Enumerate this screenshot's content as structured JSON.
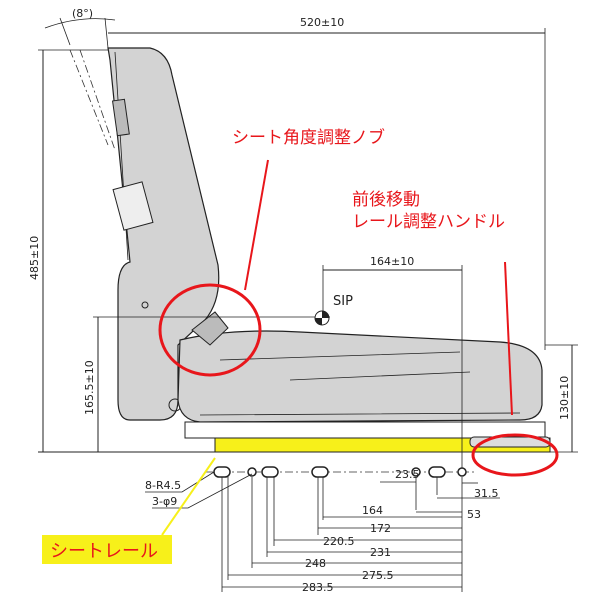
{
  "dimensions": {
    "tilt_angle": "(8°)",
    "overall_depth": "520±10",
    "overall_height": "485±10",
    "sip_height": "165.5±10",
    "sip_offset": "164±10",
    "sip_label": "SIP",
    "front_height": "130±10"
  },
  "holes": {
    "slot_spec": "8-R4.5",
    "hole_spec": "3-φ9",
    "offsets": [
      "23.5",
      "31.5",
      "53",
      "164",
      "172",
      "220.5",
      "231",
      "248",
      "275.5",
      "283.5"
    ]
  },
  "annotations": {
    "recline_knob": "シート角度調整ノブ",
    "slide_handle_line1": "前後移動",
    "slide_handle_line2": "レール調整ハンドル",
    "seat_rail": "シートレール"
  },
  "colors": {
    "annotation": "#e8161b",
    "highlight": "#f7f01a",
    "seat_fill": "#d3d3d3"
  }
}
